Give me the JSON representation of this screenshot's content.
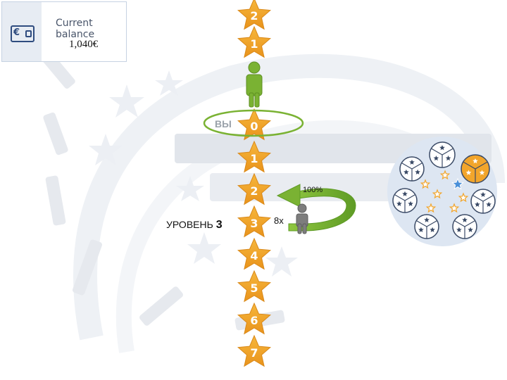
{
  "balance": {
    "title": "Current balance",
    "value": "1,040€",
    "icon": "wallet-icon"
  },
  "level": {
    "label": "УРОВЕНЬ",
    "number": "3"
  },
  "you_label": "ВЫ",
  "referral": {
    "percent": "100%",
    "multiplier": "8x"
  },
  "stars_above": [
    "2",
    "1"
  ],
  "stars_below": [
    "0",
    "1",
    "2",
    "3",
    "4",
    "5",
    "6",
    "7"
  ],
  "colors": {
    "star": "#f2a52b",
    "star_text": "#ffffff",
    "person": "#7ab233",
    "person_grey": "#7d7d7d",
    "ring": "#7ab233",
    "arrow": "#7ab233",
    "watermark": "#e3e7ed"
  }
}
